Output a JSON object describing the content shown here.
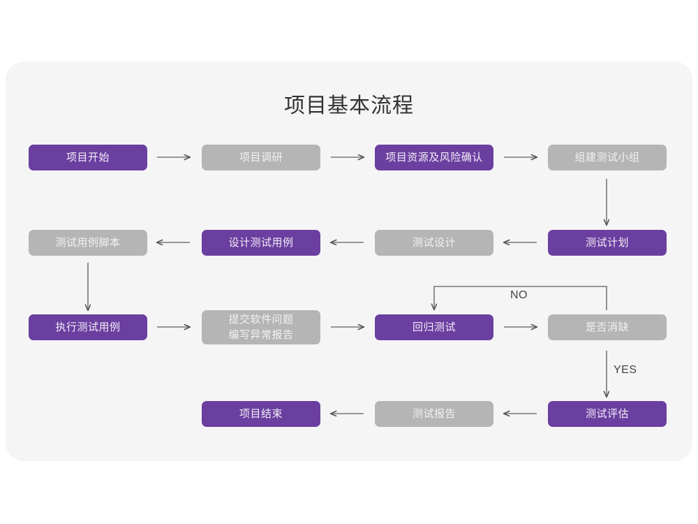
{
  "page": {
    "title": "项目基本流程",
    "background_color": "#ffffff",
    "card_color": "#f5f5f5"
  },
  "palette": {
    "purple": "#6b3fa0",
    "gray": "#b5b5b5",
    "node_text": "#f2f2f2",
    "arrow": "#555555",
    "title_text": "#333333"
  },
  "chart_data": {
    "type": "diagram",
    "title": "项目基本流程",
    "nodes": [
      {
        "id": "n1",
        "label": "项目开始",
        "color": "purple",
        "row": 1,
        "col": 1
      },
      {
        "id": "n2",
        "label": "项目调研",
        "color": "gray",
        "row": 1,
        "col": 2
      },
      {
        "id": "n3",
        "label": "项目资源及风险确认",
        "color": "purple",
        "row": 1,
        "col": 3
      },
      {
        "id": "n4",
        "label": "组建测试小组",
        "color": "gray",
        "row": 1,
        "col": 4
      },
      {
        "id": "n5",
        "label": "测试计划",
        "color": "purple",
        "row": 2,
        "col": 4
      },
      {
        "id": "n6",
        "label": "测试设计",
        "color": "gray",
        "row": 2,
        "col": 3
      },
      {
        "id": "n7",
        "label": "设计测试用例",
        "color": "purple",
        "row": 2,
        "col": 2
      },
      {
        "id": "n8",
        "label": "测试用例脚本",
        "color": "gray",
        "row": 2,
        "col": 1
      },
      {
        "id": "n9",
        "label": "执行测试用例",
        "color": "purple",
        "row": 3,
        "col": 1
      },
      {
        "id": "n10",
        "label": "提交软件问题\n编写异常报告",
        "color": "gray",
        "row": 3,
        "col": 2
      },
      {
        "id": "n11",
        "label": "回归测试",
        "color": "purple",
        "row": 3,
        "col": 3
      },
      {
        "id": "n12",
        "label": "是否消缺",
        "color": "gray",
        "row": 3,
        "col": 4
      },
      {
        "id": "n13",
        "label": "测试评估",
        "color": "purple",
        "row": 4,
        "col": 4
      },
      {
        "id": "n14",
        "label": "测试报告",
        "color": "gray",
        "row": 4,
        "col": 3
      },
      {
        "id": "n15",
        "label": "项目结束",
        "color": "purple",
        "row": 4,
        "col": 2
      }
    ],
    "edges": [
      {
        "from": "n1",
        "to": "n2",
        "label": "",
        "direction": "right"
      },
      {
        "from": "n2",
        "to": "n3",
        "label": "",
        "direction": "right"
      },
      {
        "from": "n3",
        "to": "n4",
        "label": "",
        "direction": "right"
      },
      {
        "from": "n4",
        "to": "n5",
        "label": "",
        "direction": "down"
      },
      {
        "from": "n5",
        "to": "n6",
        "label": "",
        "direction": "left"
      },
      {
        "from": "n6",
        "to": "n7",
        "label": "",
        "direction": "left"
      },
      {
        "from": "n7",
        "to": "n8",
        "label": "",
        "direction": "left"
      },
      {
        "from": "n8",
        "to": "n9",
        "label": "",
        "direction": "down"
      },
      {
        "from": "n9",
        "to": "n10",
        "label": "",
        "direction": "right"
      },
      {
        "from": "n10",
        "to": "n11",
        "label": "",
        "direction": "right"
      },
      {
        "from": "n11",
        "to": "n12",
        "label": "",
        "direction": "right"
      },
      {
        "from": "n12",
        "to": "n11",
        "label": "NO",
        "direction": "loop-up-left"
      },
      {
        "from": "n12",
        "to": "n13",
        "label": "YES",
        "direction": "down"
      },
      {
        "from": "n13",
        "to": "n14",
        "label": "",
        "direction": "left"
      },
      {
        "from": "n14",
        "to": "n15",
        "label": "",
        "direction": "left"
      }
    ],
    "labels": {
      "no": "NO",
      "yes": "YES"
    }
  }
}
